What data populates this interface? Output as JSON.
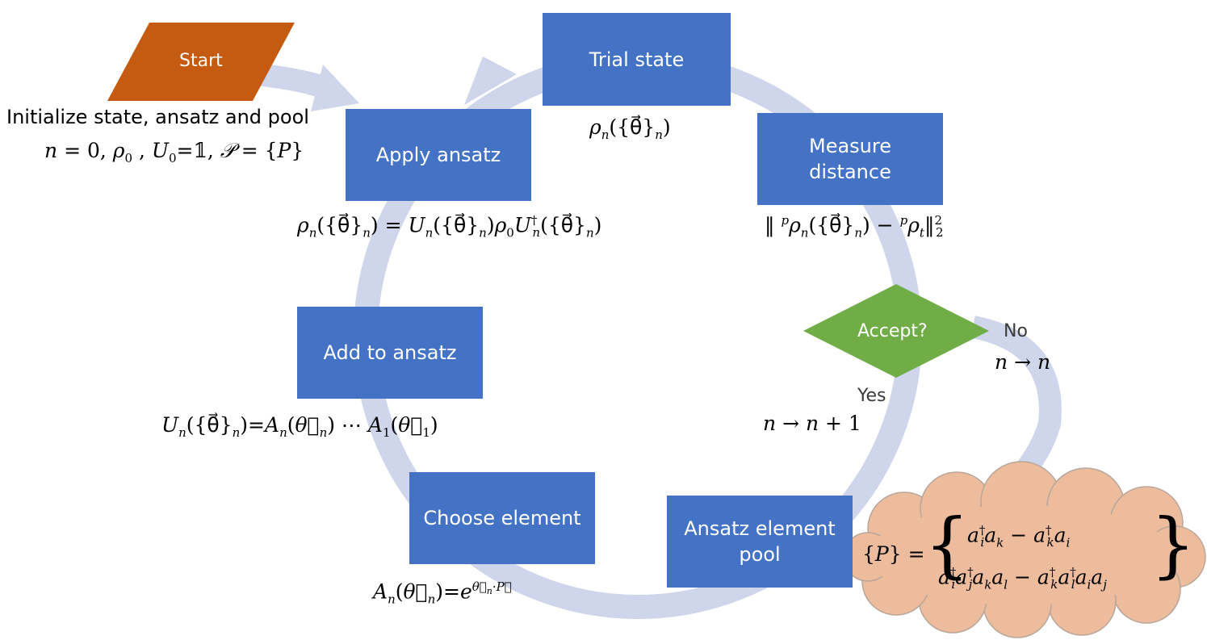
{
  "colors": {
    "process_box": "#4472c4",
    "start_shape": "#c55a11",
    "decision": "#70ad47",
    "cloud": "#ecbc9d",
    "cycle_arrow": "#cfd5ea"
  },
  "nodes": {
    "start": "Start",
    "trial_state": "Trial state",
    "measure_distance_line1": "Measure",
    "measure_distance_line2": "distance",
    "accept": "Accept?",
    "pool_line1": "Ansatz element",
    "pool_line2": "pool",
    "choose_element": "Choose element",
    "add_to_ansatz": "Add to ansatz",
    "apply_ansatz": "Apply ansatz"
  },
  "labels": {
    "initialize": "Initialize state, ansatz and pool",
    "no": "No",
    "yes": "Yes"
  },
  "equations": {
    "init": "n = 0, ρ₀ , U₀=𝟙, 𝒫 = {P}",
    "trial_state": "ρn({θ⃗}n)",
    "apply_ansatz": "ρn({θ⃗}n) = Un({θ⃗}n)ρ0U†n({θ⃗}n)",
    "distance": "‖ pρn({θ⃗}n) − pρt‖²₂",
    "no_update": "n → n",
    "yes_update": "n → n + 1",
    "add_to_ansatz": "Un({θ⃗}n)=An(θ⃗n) ⋯ A1(θ⃗1)",
    "choose_element": "An(θ⃗n)=e^(θ⃗n·P⃗)",
    "pool_lhs": "{P} =",
    "pool_row1": "a†i ak − a†k ai",
    "pool_row2": "a†i a†j ak al − a†k a†l ai aj"
  }
}
